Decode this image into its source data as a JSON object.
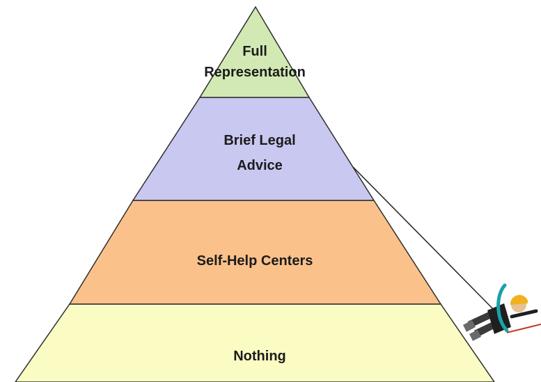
{
  "pyramid": {
    "tiers": [
      {
        "lines": [
          "Full",
          "Representation"
        ],
        "color": "#d3e9b4"
      },
      {
        "lines": [
          "Brief Legal",
          "Advice"
        ],
        "color": "#c9c8f1"
      },
      {
        "lines": [
          "Self-Help Centers"
        ],
        "color": "#fbc18b"
      },
      {
        "lines": [
          "Nothing"
        ],
        "color": "#fafcc4"
      }
    ],
    "outline_color": "#2e2e2e"
  },
  "climber_figure": {
    "icon": "mountain-climber-icon",
    "rope_color": "#2b2b2b",
    "accent_color": "#18a3a8",
    "helmet_color": "#f2b21e"
  }
}
